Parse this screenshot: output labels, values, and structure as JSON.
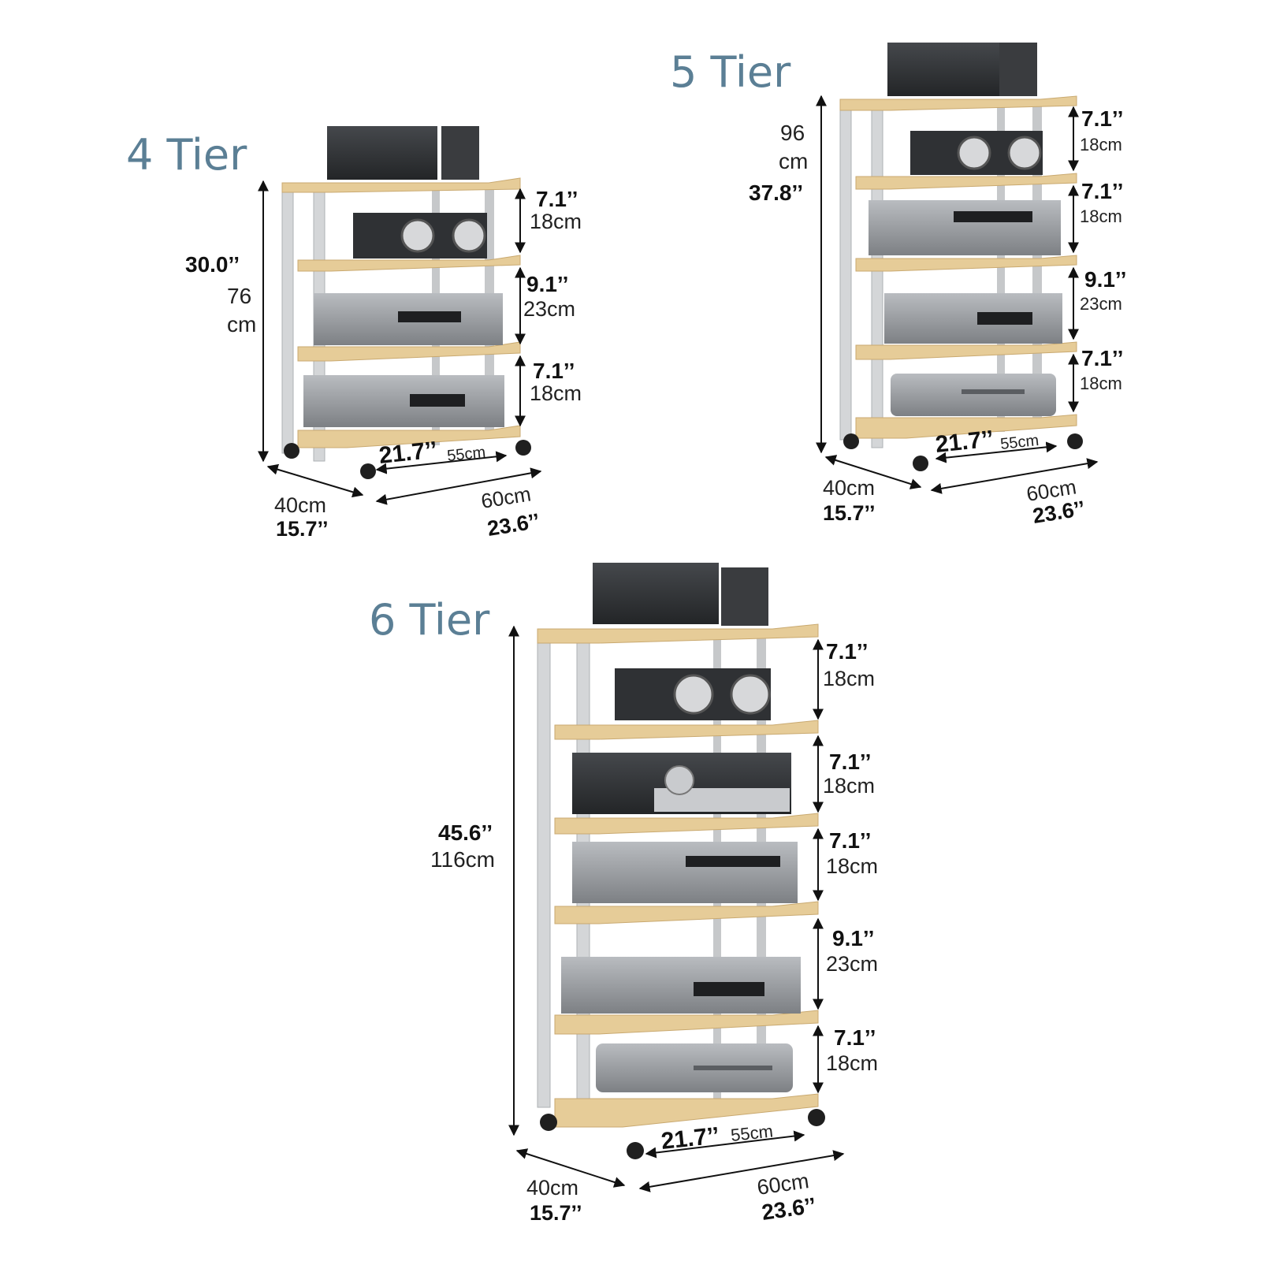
{
  "colors": {
    "title": "#5b7f95",
    "frame": "#d4d6d8",
    "frame_edge": "#aeb1b4",
    "wood": "#e6cc98",
    "wood_edge": "#c9a970",
    "device_dark": "#2e3033",
    "device_silver": "#8c8f93",
    "wheel": "#1f1f1f"
  },
  "racks": [
    {
      "title": "4 Tier",
      "height_in": "30.0’’",
      "height_cm_num": "76",
      "height_cm_unit": "cm",
      "spacings": [
        {
          "in": "7.1’’",
          "cm": "18cm"
        },
        {
          "in": "9.1’’",
          "cm": "23cm"
        },
        {
          "in": "7.1’’",
          "cm": "18cm"
        }
      ],
      "inner_in": "21.7’’",
      "inner_cm": "55cm",
      "depth_cm": "40cm",
      "depth_in": "15.7’’",
      "width_cm": "60cm",
      "width_in": "23.6’’"
    },
    {
      "title": "5 Tier",
      "height_cm_num": "96",
      "height_cm_unit": "cm",
      "height_in": "37.8’’",
      "spacings": [
        {
          "in": "7.1’’",
          "cm": "18cm"
        },
        {
          "in": "7.1’’",
          "cm": "18cm"
        },
        {
          "in": "9.1’’",
          "cm": "23cm"
        },
        {
          "in": "7.1’’",
          "cm": "18cm"
        }
      ],
      "inner_in": "21.7’’",
      "inner_cm": "55cm",
      "depth_cm": "40cm",
      "depth_in": "15.7’’",
      "width_cm": "60cm",
      "width_in": "23.6’’"
    },
    {
      "title": "6 Tier",
      "height_in": "45.6’’",
      "height_cm": "116cm",
      "spacings": [
        {
          "in": "7.1’’",
          "cm": "18cm"
        },
        {
          "in": "7.1’’",
          "cm": "18cm"
        },
        {
          "in": "7.1’’",
          "cm": "18cm"
        },
        {
          "in": "9.1’’",
          "cm": "23cm"
        },
        {
          "in": "7.1’’",
          "cm": "18cm"
        }
      ],
      "inner_in": "21.7’’",
      "inner_cm": "55cm",
      "depth_cm": "40cm",
      "depth_in": "15.7’’",
      "width_cm": "60cm",
      "width_in": "23.6’’"
    }
  ]
}
